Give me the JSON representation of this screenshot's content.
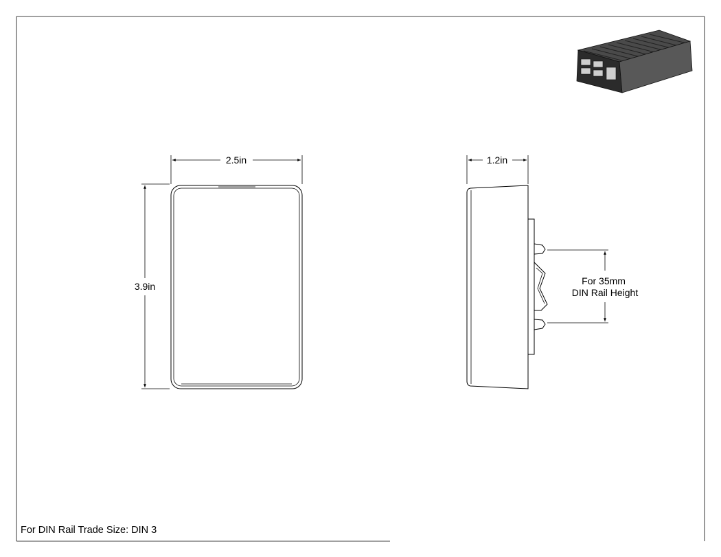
{
  "front_view": {
    "width_label": "2.5in",
    "height_label": "3.9in"
  },
  "side_view": {
    "depth_label": "1.2in",
    "rail_note": [
      "For 35mm",
      "DIN Rail Height"
    ]
  },
  "footer": {
    "trade_size_note": "For DIN Rail Trade Size: DIN 3"
  },
  "colors": {
    "line": "#000000",
    "background": "#ffffff",
    "enclosure_dark": "#2b2b2b"
  }
}
